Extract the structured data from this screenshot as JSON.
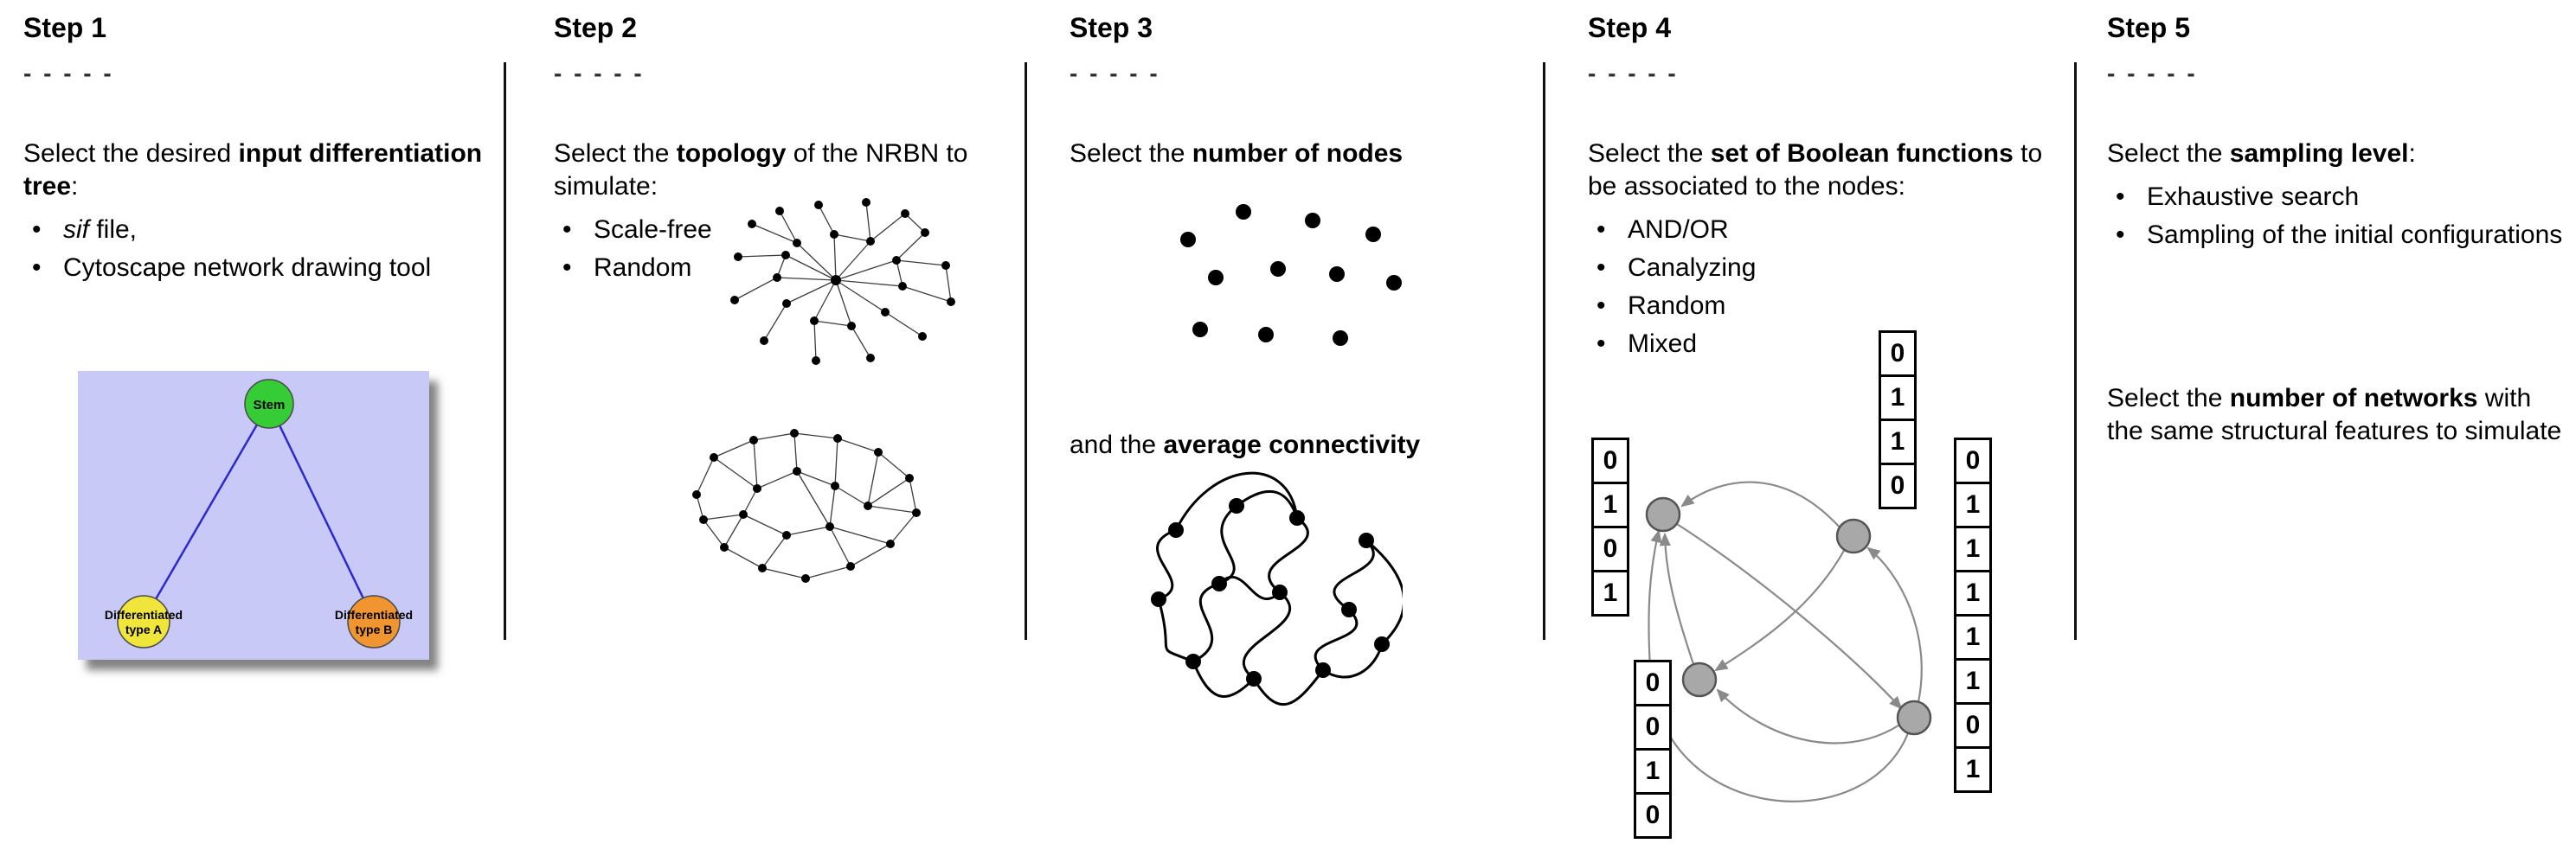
{
  "figure": {
    "colors": {
      "divider": "#111111",
      "table_border": "#000000",
      "network_dot": "#000000",
      "boolean_node_fill": "#a8a8a8",
      "boolean_arrow": "#8a8a8a"
    },
    "steps": [
      {
        "title": "Step 1",
        "dashes": "- - - - -",
        "para": [
          {
            "t": "Select the desired "
          },
          {
            "t": "input differentiation tree",
            "b": true
          },
          {
            "t": ":"
          }
        ],
        "bullets": [
          {
            "seg": [
              {
                "t": "sif",
                "i": true
              },
              {
                "t": " file,"
              }
            ]
          },
          {
            "seg": [
              {
                "t": "Cytoscape network drawing tool"
              }
            ]
          }
        ],
        "tree": {
          "stem_label": "Stem",
          "type_a_line1": "Differentiated",
          "type_a_line2": "type A",
          "type_b_line1": "Differentiated",
          "type_b_line2": "type B",
          "colors": {
            "background": "#c9c9f7",
            "stem": "#35cc35",
            "type_a": "#f0e53a",
            "type_b": "#f0952f",
            "edge": "#2a2ad0"
          }
        },
        "icons": {
          "tree": "differentiation-tree-figure"
        }
      },
      {
        "title": "Step 2",
        "dashes": "- - - - -",
        "para": [
          {
            "t": "Select the "
          },
          {
            "t": "topology",
            "b": true
          },
          {
            "t": " of the NRBN to simulate:"
          }
        ],
        "bullets": [
          {
            "seg": [
              {
                "t": "Scale-free"
              }
            ]
          },
          {
            "seg": [
              {
                "t": "Random"
              }
            ]
          }
        ],
        "icons": {
          "scale_free": "scale-free-network-icon",
          "random": "random-network-icon"
        }
      },
      {
        "title": "Step 3",
        "dashes": "- - - - -",
        "para": [
          {
            "t": "Select the "
          },
          {
            "t": "number of nodes",
            "b": true
          }
        ],
        "para2": [
          {
            "t": "and the "
          },
          {
            "t": "average connectivity",
            "b": true
          }
        ],
        "icons": {
          "nodes": "scattered-nodes-icon",
          "connectivity": "tangled-network-icon"
        }
      },
      {
        "title": "Step 4",
        "dashes": "- - - - -",
        "para": [
          {
            "t": "Select the "
          },
          {
            "t": "set of Boolean functions",
            "b": true
          },
          {
            "t": " to be associated to the nodes:"
          }
        ],
        "bullets": [
          {
            "seg": [
              {
                "t": "AND/OR"
              }
            ]
          },
          {
            "seg": [
              {
                "t": "Canalyzing"
              }
            ]
          },
          {
            "seg": [
              {
                "t": "Random"
              }
            ]
          },
          {
            "seg": [
              {
                "t": "Mixed"
              }
            ]
          }
        ],
        "tables": {
          "left": [
            "0",
            "1",
            "0",
            "1"
          ],
          "top": [
            "0",
            "1",
            "1",
            "0"
          ],
          "bottom": [
            "0",
            "0",
            "1",
            "0"
          ],
          "right": [
            "0",
            "1",
            "1",
            "1",
            "1",
            "1",
            "0",
            "1"
          ]
        },
        "icons": {
          "network": "boolean-network-diagram"
        }
      },
      {
        "title": "Step 5",
        "dashes": "- - - - -",
        "para": [
          {
            "t": "Select the "
          },
          {
            "t": "sampling level",
            "b": true
          },
          {
            "t": ":"
          }
        ],
        "bullets": [
          {
            "seg": [
              {
                "t": "Exhaustive search"
              }
            ]
          },
          {
            "seg": [
              {
                "t": "Sampling of the initial configurations"
              }
            ]
          }
        ],
        "para2": [
          {
            "t": "Select the "
          },
          {
            "t": "number of networks",
            "b": true
          },
          {
            "t": " with the same structural features to simulate"
          }
        ]
      }
    ]
  }
}
